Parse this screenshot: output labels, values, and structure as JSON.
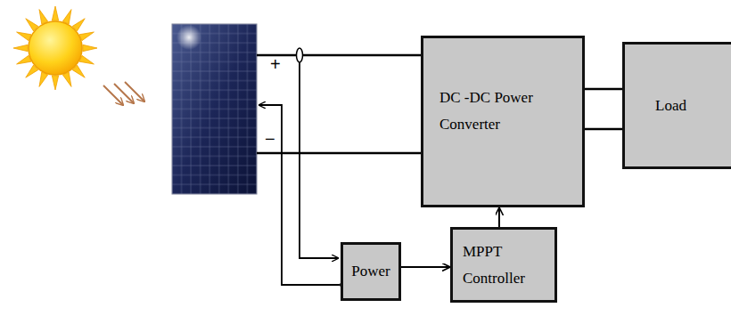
{
  "diagram": {
    "nodes": [
      {
        "text": [
          "DC -DC Power Converter"
        ]
      },
      {
        "text": [
          "Load"
        ]
      },
      {
        "text": [
          "Power"
        ]
      },
      {
        "text": [
          "MPPT Controller"
        ]
      }
    ],
    "edges": [
      {
        "from": 0,
        "to": 1,
        "arrow": "none"
      },
      {
        "from": 0,
        "to": 1,
        "arrow": "none"
      },
      {
        "from": 2,
        "to": 3,
        "arrow": "to"
      },
      {
        "from": 3,
        "to": 0,
        "arrow": "to"
      }
    ],
    "labels": [
      "+",
      "−"
    ]
  }
}
